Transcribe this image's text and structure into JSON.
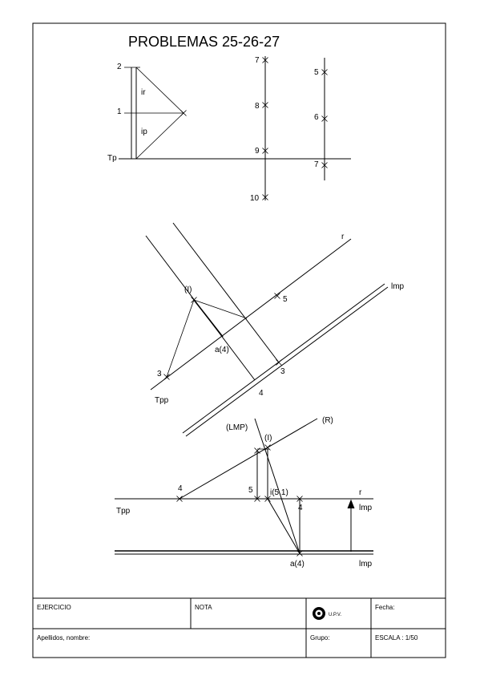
{
  "title": "PROBLEMAS 25-26-27",
  "top_view": {
    "left": {
      "labels": [
        "2",
        "1",
        "Tp"
      ],
      "ir": "ir",
      "ip": "ip"
    },
    "mid_labels": [
      "7",
      "8",
      "9",
      "10"
    ],
    "right_labels": [
      "5",
      "6",
      "7"
    ]
  },
  "middle_view": {
    "r": "r",
    "lmp": "lmp",
    "I": "(I)",
    "five": "5",
    "a4": "a(4)",
    "three_left": "3",
    "three_right": "3",
    "four": "4",
    "tpp": "Tpp"
  },
  "bottom_view": {
    "lmp_paren": "(LMP)",
    "R": "(R)",
    "I": "(I)",
    "four_left": "4",
    "five": "5",
    "i51": "i(5.1)",
    "r": "r",
    "four_right": "4",
    "lmp_arrow": "lmp",
    "tpp": "Tpp",
    "a4": "a(4)",
    "lmp_bottom": "lmp"
  },
  "title_block": {
    "ejercicio": "EJERCICIO",
    "nota": "NOTA",
    "upv": "U.P.V.",
    "fecha": "Fecha:",
    "apellidos": "Apellidos, nombre:",
    "grupo": "Grupo:",
    "escala": "ESCALA :  1/50"
  }
}
